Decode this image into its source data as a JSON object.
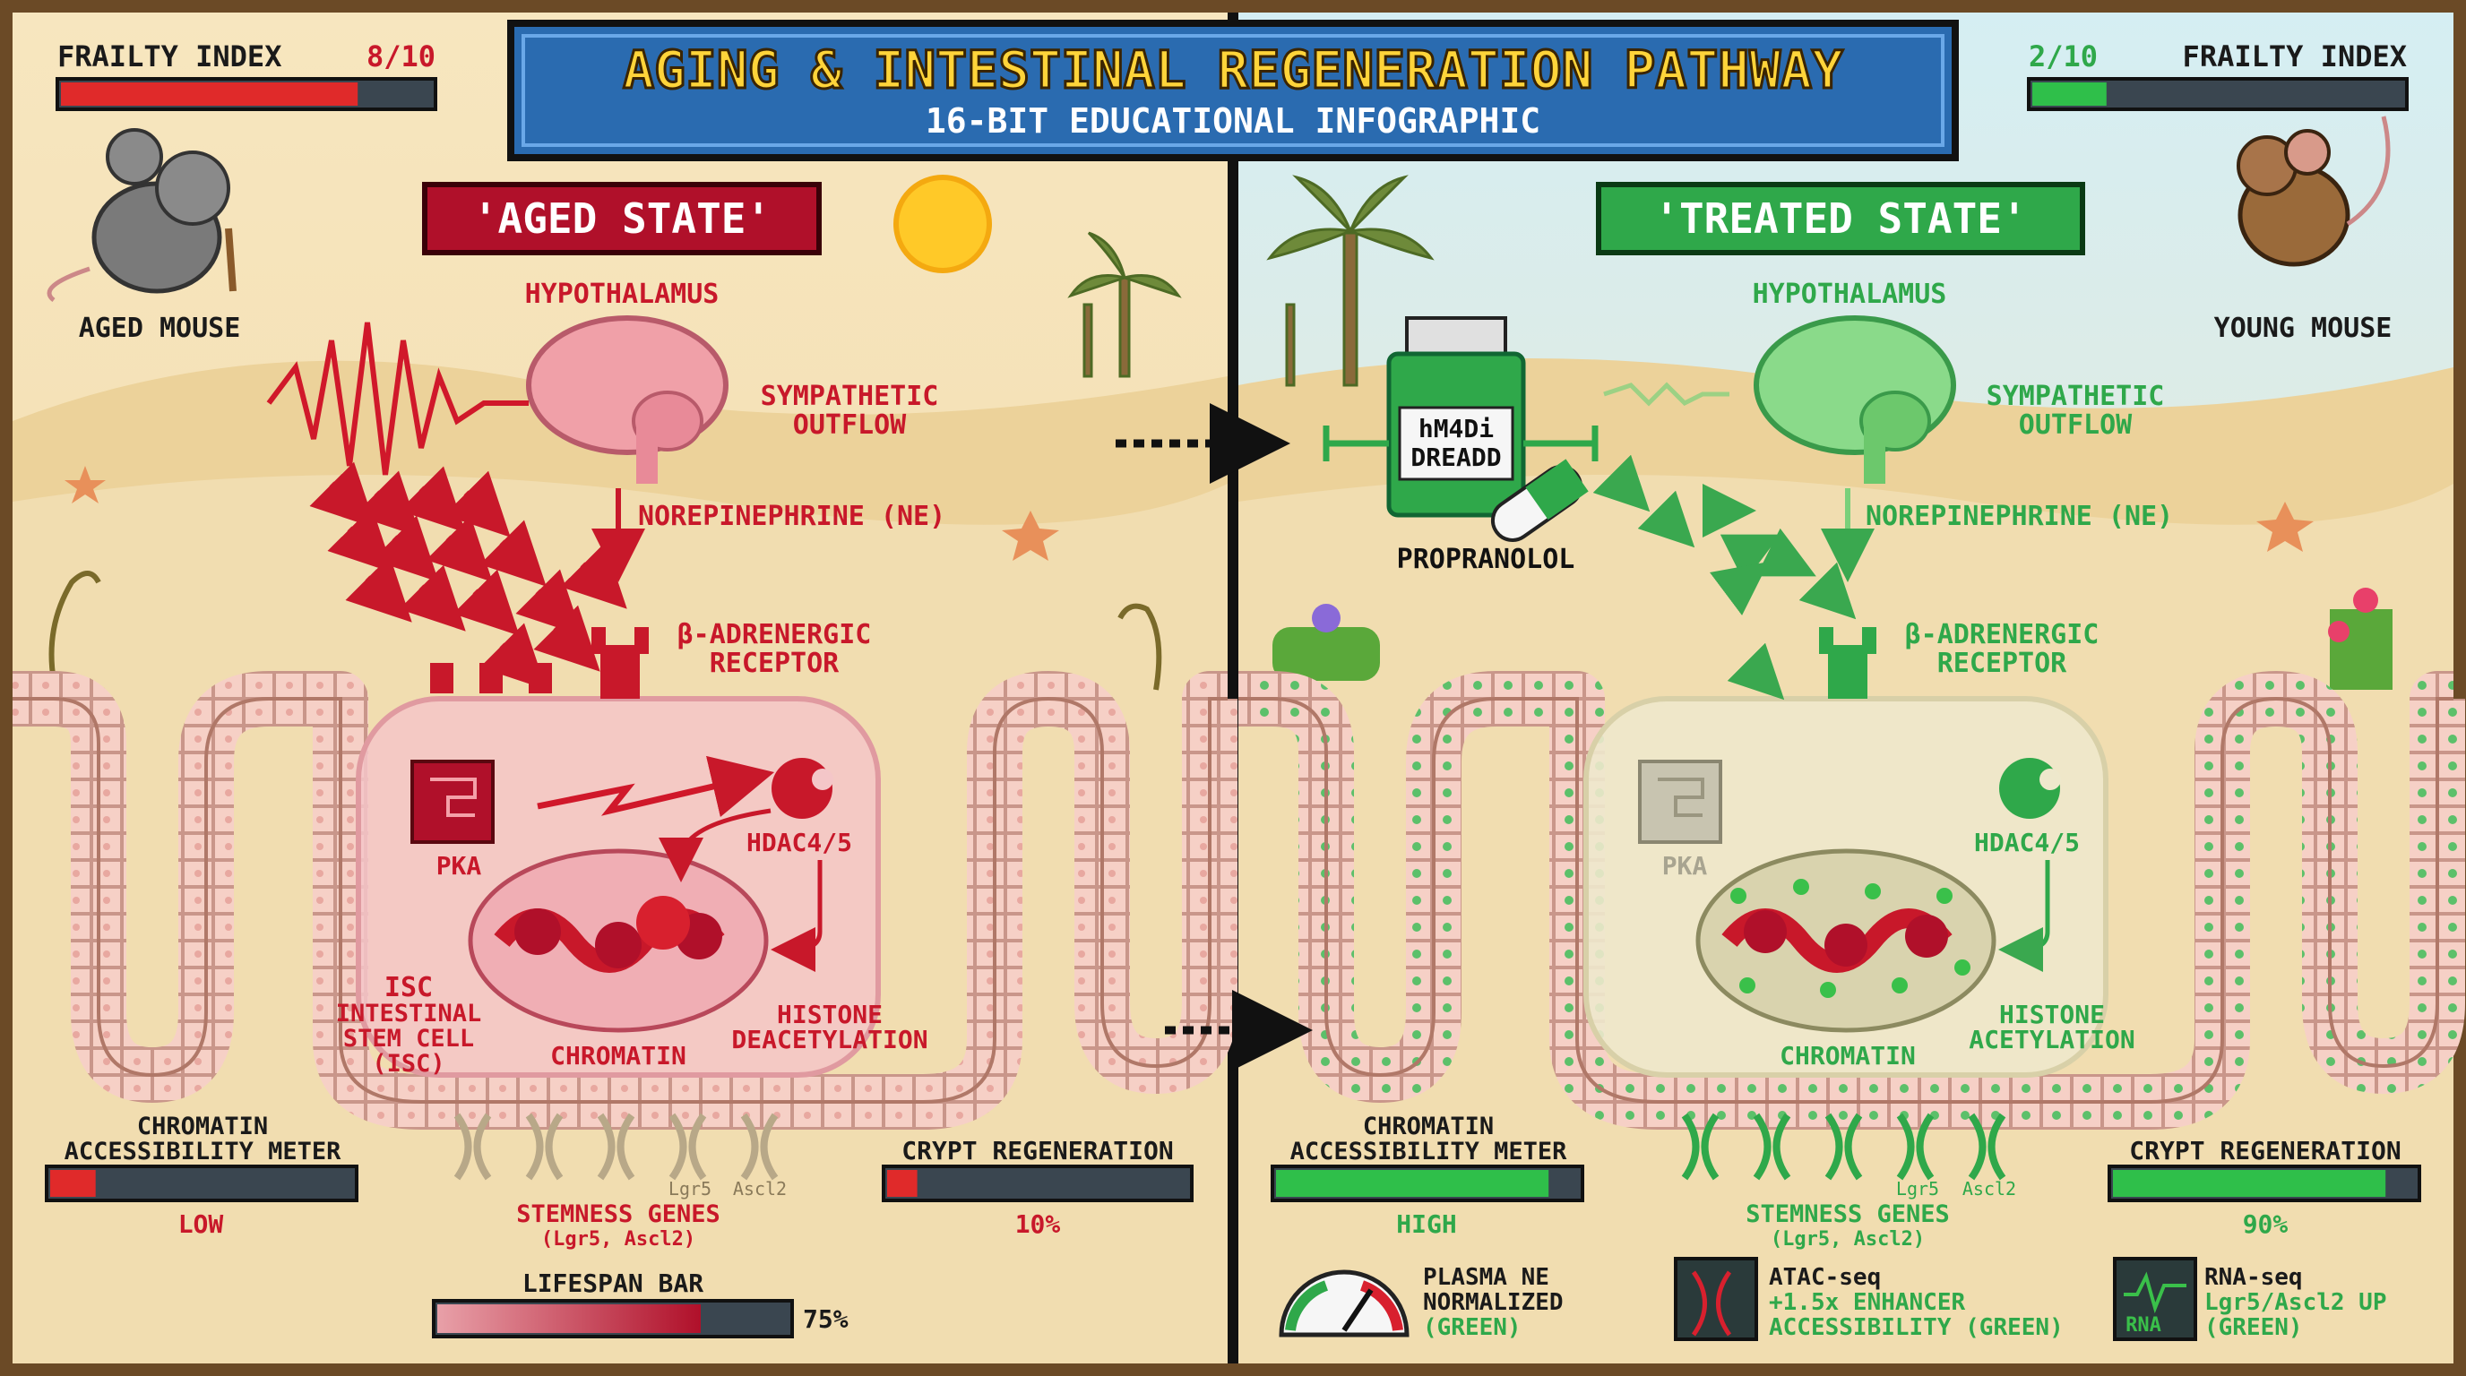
{
  "header": {
    "title": "AGING & INTESTINAL REGENERATION PATHWAY",
    "subtitle": "16-BIT EDUCATIONAL INFOGRAPHIC"
  },
  "left": {
    "frailty_label": "FRAILTY INDEX",
    "frailty_score": "8/10",
    "frailty_level": 0.8,
    "state_title": "'AGED STATE'",
    "mouse_label": "AGED MOUSE",
    "hypothalamus": "HYPOTHALAMUS",
    "sympathetic": [
      "SYMPATHETIC",
      "OUTFLOW"
    ],
    "ne": "NOREPINEPHRINE (NE)",
    "receptor": [
      "β-ADRENERGIC",
      "RECEPTOR"
    ],
    "pka": "PKA",
    "hdac": "HDAC4/5",
    "chromatin": "CHROMATIN",
    "histone": [
      "HISTONE",
      "DEACETYLATION"
    ],
    "isc": [
      "ISC",
      "INTESTINAL",
      "STEM CELL",
      "(ISC)"
    ],
    "chrom_meter_title": [
      "CHROMATIN",
      "ACCESSIBILITY METER"
    ],
    "chrom_meter_value": "LOW",
    "chrom_meter_level": 0.15,
    "stemness": [
      "STEMNESS GENES",
      "(Lgr5, Ascl2)"
    ],
    "gene_tags": [
      "Lgr5",
      "Ascl2"
    ],
    "crypt_title": "CRYPT REGENERATION",
    "crypt_value": "10%",
    "crypt_level": 0.1,
    "lifespan_title": "LIFESPAN BAR",
    "lifespan_value": "75%",
    "lifespan_level": 0.75
  },
  "right": {
    "frailty_label": "FRAILTY INDEX",
    "frailty_score": "2/10",
    "frailty_level": 0.2,
    "state_title": "'TREATED STATE'",
    "mouse_label": "YOUNG MOUSE",
    "hypothalamus": "HYPOTHALAMUS",
    "sympathetic": [
      "SYMPATHETIC",
      "OUTFLOW"
    ],
    "ne": "NOREPINEPHRINE (NE)",
    "receptor": [
      "β-ADRENERGIC",
      "RECEPTOR"
    ],
    "drug_bottle": [
      "hM4Di",
      "DREADD"
    ],
    "drug_label": "PROPRANOLOL",
    "pka": "PKA",
    "hdac": "HDAC4/5",
    "chromatin": "CHROMATIN",
    "histone": [
      "HISTONE",
      "ACETYLATION"
    ],
    "chrom_meter_title": [
      "CHROMATIN",
      "ACCESSIBILITY METER"
    ],
    "chrom_meter_value": "HIGH",
    "chrom_meter_level": 0.9,
    "stemness": [
      "STEMNESS GENES",
      "(Lgr5, Ascl2)"
    ],
    "gene_tags": [
      "Lgr5",
      "Ascl2"
    ],
    "crypt_title": "CRYPT REGENERATION",
    "crypt_value": "90%",
    "crypt_level": 0.9,
    "plasma": [
      "PLASMA NE",
      "NORMALIZED",
      "(GREEN)"
    ],
    "atac": [
      "ATAC-seq",
      "+1.5x ENHANCER",
      "ACCESSIBILITY (GREEN)"
    ],
    "rna": [
      "RNA-seq",
      "Lgr5/Ascl2 UP",
      "(GREEN)"
    ],
    "rna_icon": "RNA"
  },
  "colors": {
    "sand": "#f1ddb0",
    "sky_left": "#f6e2b6",
    "sky_right": "#d9ecef",
    "aged_red": "#c8182a",
    "treated_green": "#2fa84a",
    "header_blue": "#2a6bb0",
    "header_text": "#ffd43a",
    "frame": "#5a3b1e"
  },
  "icons": [
    "aged-mouse-icon",
    "young-mouse-icon",
    "sun-icon",
    "palm-icon",
    "brain-icon",
    "pka-chip-icon",
    "hdac-icon",
    "receptor-icon",
    "pill-bottle-icon",
    "capsule-icon",
    "dna-icon",
    "gauge-icon",
    "atac-icon",
    "rna-chart-icon",
    "starfish-icon",
    "flower-icon",
    "wilted-plant-icon"
  ]
}
